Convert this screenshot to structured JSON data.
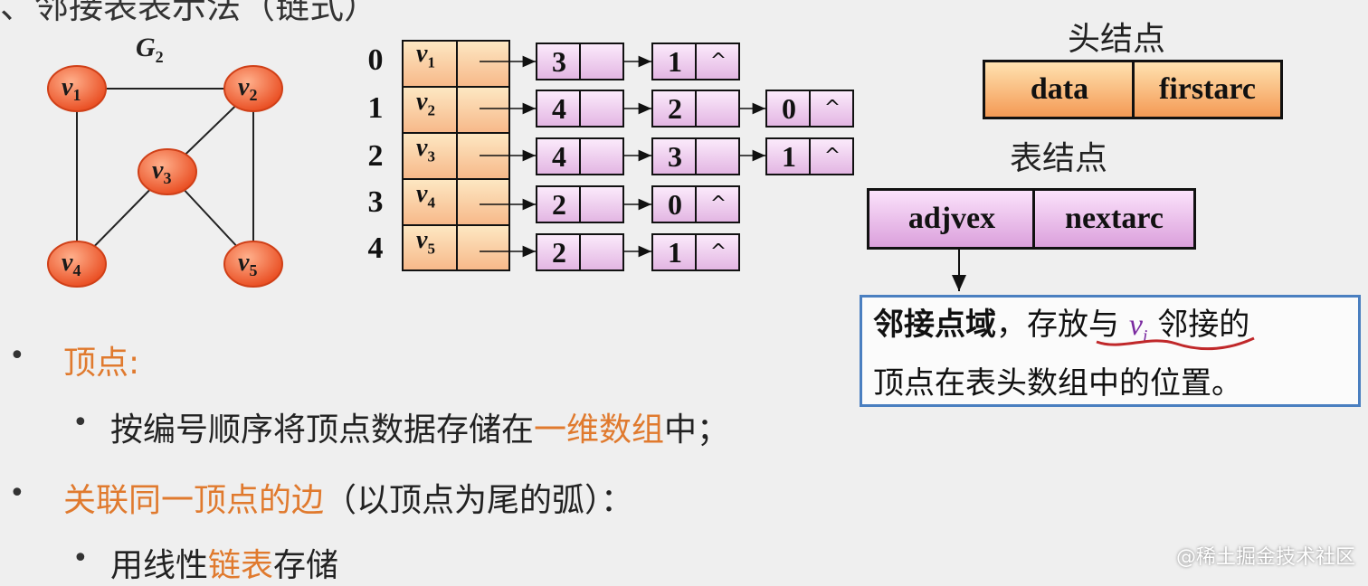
{
  "graph": {
    "name": "G",
    "name_sub": "2",
    "nodes": [
      {
        "label": "v",
        "sub": "1"
      },
      {
        "label": "v",
        "sub": "2"
      },
      {
        "label": "v",
        "sub": "3"
      },
      {
        "label": "v",
        "sub": "4"
      },
      {
        "label": "v",
        "sub": "5"
      }
    ]
  },
  "adjacency": {
    "indices": [
      "0",
      "1",
      "2",
      "3",
      "4"
    ],
    "vertices": [
      {
        "label": "v",
        "sub": "1"
      },
      {
        "label": "v",
        "sub": "2"
      },
      {
        "label": "v",
        "sub": "3"
      },
      {
        "label": "v",
        "sub": "4"
      },
      {
        "label": "v",
        "sub": "5"
      }
    ],
    "lists": [
      [
        {
          "adj": "3"
        },
        {
          "adj": "1"
        }
      ],
      [
        {
          "adj": "4"
        },
        {
          "adj": "2"
        },
        {
          "adj": "0"
        }
      ],
      [
        {
          "adj": "4"
        },
        {
          "adj": "3"
        },
        {
          "adj": "1"
        }
      ],
      [
        {
          "adj": "2"
        },
        {
          "adj": "0"
        }
      ],
      [
        {
          "adj": "2"
        },
        {
          "adj": "1"
        }
      ]
    ],
    "null_symbol": "^"
  },
  "head_node": {
    "caption": "头结点",
    "field1": "data",
    "field2": "firstarc"
  },
  "edge_node": {
    "caption": "表结点",
    "field1": "adjvex",
    "field2": "nextarc"
  },
  "note": {
    "bold_part": "邻接点域",
    "text1": "，存放与 ",
    "var": "v",
    "var_sub": "i",
    "text2": " 邻接的",
    "line2": "顶点在表头数组中的位置。"
  },
  "title_fragment": "、邻接表表示法（链式）",
  "bullets": {
    "b1_label": "顶点:",
    "b1_sub_pre": "按编号顺序将顶点数据存储在",
    "b1_sub_hl": "一维数组",
    "b1_sub_post": "中；",
    "b2_label": "关联同一顶点的边",
    "b2_rest": "（以顶点为尾的弧）：",
    "b2_sub_pre": "用线性",
    "b2_sub_hl": "链表",
    "b2_sub_post": "存储"
  },
  "watermark": "@稀土掘金技术社区",
  "colors": {
    "node_fill": "#f15a2b",
    "highlight": "#e07a2e",
    "note_border": "#4a7fc0"
  }
}
